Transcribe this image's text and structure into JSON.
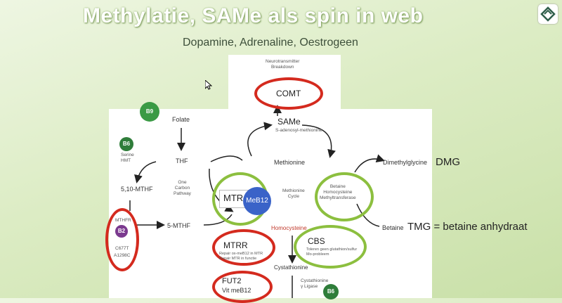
{
  "slide": {
    "title": "Methylatie,  SAMe als spin in web",
    "subtitle": "Dopamine, Adrenaline, Oestrogeen"
  },
  "diagram": {
    "neurotransmitter": "Neurotransmitter\nBreakdown",
    "comt": "COMT",
    "same": "SAMe",
    "same_full": "S-adenosyl-methionine",
    "b9": "B9",
    "folate": "Folate",
    "b6": "B6",
    "serine_hmt": "Serine\nHMT",
    "thf": "THF",
    "mthf510": "5,10-MTHF",
    "one_carbon": "One\nCarbon\nPathway",
    "methionine": "Methionine",
    "dimethylglycine": "Dimethylglycine",
    "dmg": "DMG",
    "mtr": "MTR",
    "meb12": "MeB12",
    "methionine_cycle": "Methionine\nCycle",
    "bhmt": "Betaine\nHomocysteine\nMethyltransferase",
    "mthfr": "MTHFR",
    "b2": "B2",
    "c677t": "C677T",
    "a1298c": "A1298C",
    "mthf5": "5-MTHF",
    "homocysteine": "Homocysteine",
    "betaine": "Betaine",
    "tmg": "TMG = betaine anhydraat",
    "mtrr": "MTRR",
    "mtrr_note": "Repair ox-meB12 in MTR\nRepair MTR in functie",
    "cbs": "CBS",
    "cbs_note": "Toleren geen glutathion/sulfur\nMo-probleem",
    "cystathionine": "Cystathionine",
    "fut2": "FUT2",
    "vit_meb12": "Vit meB12",
    "cyst_lyase": "Cystathionine\nγ Ligase",
    "b6_bottom": "B6"
  },
  "colors": {
    "red_ring": "#d42a1e",
    "green_ring": "#8cbf3f",
    "b9_green": "#3a9a45",
    "b6_green": "#2f7d3a",
    "b2_purple": "#7b3a8f",
    "meb12_blue": "#3a63c8",
    "homocysteine_red": "#c0392b"
  }
}
